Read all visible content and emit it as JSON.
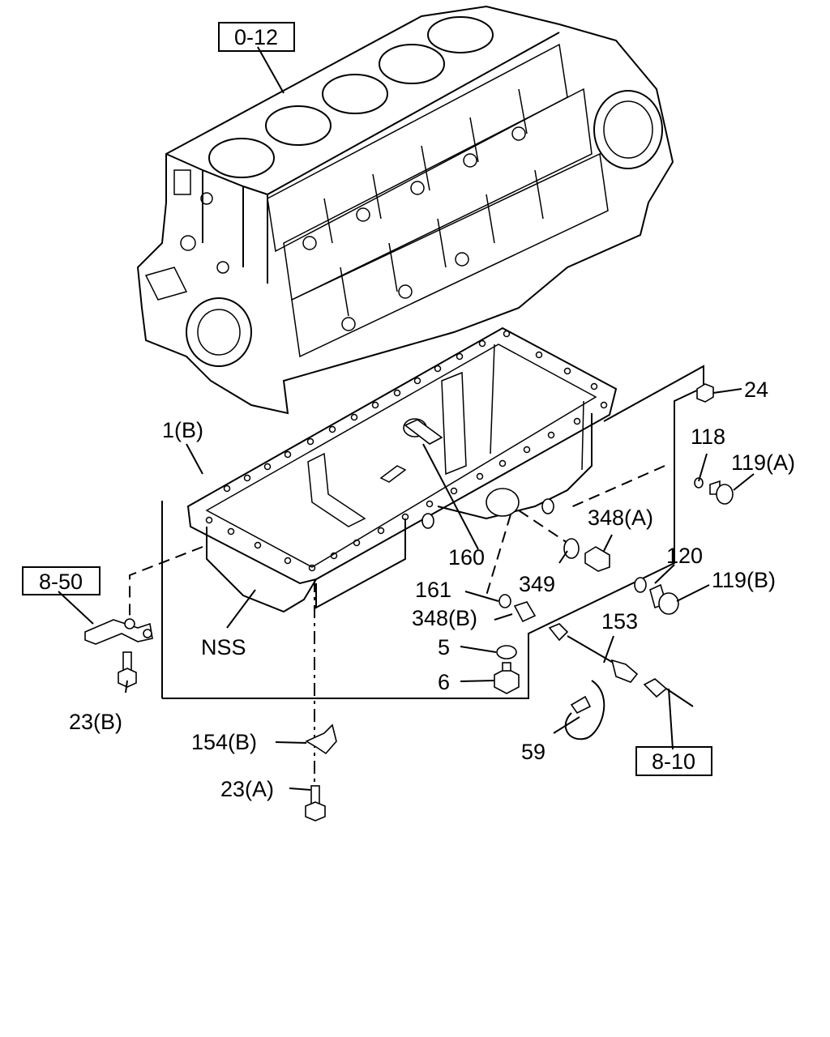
{
  "callouts": {
    "block_ref": "0-12",
    "bracket_ref": "8-50",
    "sensor_ref": "8-10",
    "p24": "24",
    "p118": "118",
    "p119a": "119(A)",
    "p1b": "1(B)",
    "p348a": "348(A)",
    "p120": "120",
    "p119b": "119(B)",
    "p160": "160",
    "p349": "349",
    "p161": "161",
    "p348b": "348(B)",
    "p153": "153",
    "p5": "5",
    "p6": "6",
    "nss": "NSS",
    "p23b": "23(B)",
    "p154b": "154(B)",
    "p23a": "23(A)",
    "p59": "59"
  },
  "colors": {
    "line": "#000000",
    "background": "#ffffff"
  }
}
